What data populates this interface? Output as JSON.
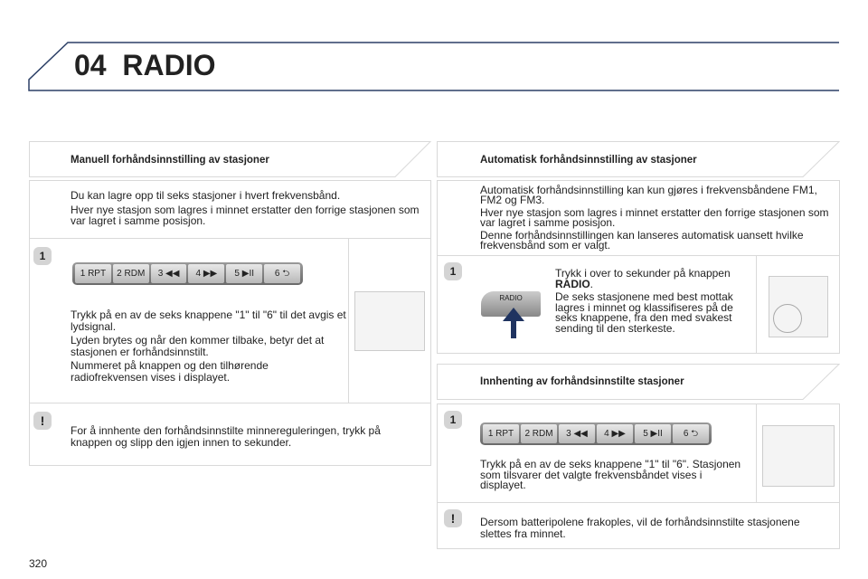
{
  "header": {
    "chapter": "04",
    "title": "RADIO"
  },
  "page_number": "320",
  "left": {
    "section_title": "Manuell forhåndsinnstilling av stasjoner",
    "intro": [
      "Du kan lagre opp til seks stasjoner i hvert frekvensbånd.",
      "Hver nye stasjon som lagres i minnet erstatter den forrige stasjonen som var lagret i samme posisjon."
    ],
    "step_number": "1",
    "buttons": [
      "1 RPT",
      "2 RDM",
      "3 ◀◀",
      "4 ▶▶",
      "5 ▶II",
      "6 ⮌"
    ],
    "step_text": [
      "Trykk på en av de seks knappene \"1\" til \"6\" til det avgis et lydsignal.",
      "Lyden brytes og når den kommer tilbake, betyr det at stasjonen er forhåndsinnstilt.",
      "Nummeret på knappen og den tilhørende radiofrekvensen vises i displayet."
    ],
    "warning_icon": "!",
    "warning_text": "For å innhente den forhåndsinnstilte minnereguleringen, trykk på knappen og slipp den igjen innen to sekunder."
  },
  "right": {
    "section_title": "Automatisk forhåndsinnstilling av stasjoner",
    "intro": [
      "Automatisk forhåndsinnstilling kan kun gjøres i frekvensbåndene FM1, FM2 og FM3.",
      "Hver nye stasjon som lagres i minnet erstatter den forrige stasjonen som var lagret i samme posisjon.",
      "Denne forhåndsinnstillingen kan lanseres automatisk uansett hvilke frekvensbånd som er valgt."
    ],
    "step_number": "1",
    "radio_button_label": "RADIO",
    "step_text_a": "Trykk i over to sekunder på knappen ",
    "step_text_bold": "RADIO",
    "step_text_b": ".",
    "step_text_2": "De seks stasjonene med best mottak lagres i minnet og klassifiseres på de seks knappene, fra den med svakest sending til den sterkeste.",
    "section2_title": "Innhenting av forhåndsinnstilte stasjoner",
    "step2_number": "1",
    "buttons": [
      "1 RPT",
      "2 RDM",
      "3 ◀◀",
      "4 ▶▶",
      "5 ▶II",
      "6 ⮌"
    ],
    "step2_text": "Trykk på en av de seks knappene \"1\" til \"6\". Stasjonen som tilsvarer det valgte frekvensbåndet vises i displayet.",
    "warning_icon": "!",
    "warning_text": "Dersom batteripolene frakoples, vil de forhåndsinnstilte stasjonene slettes fra minnet."
  },
  "colors": {
    "header_line": "#2b3f66",
    "border": "#d9d9d9",
    "badge": "#d4d4d4",
    "arrow": "#1f3360"
  }
}
